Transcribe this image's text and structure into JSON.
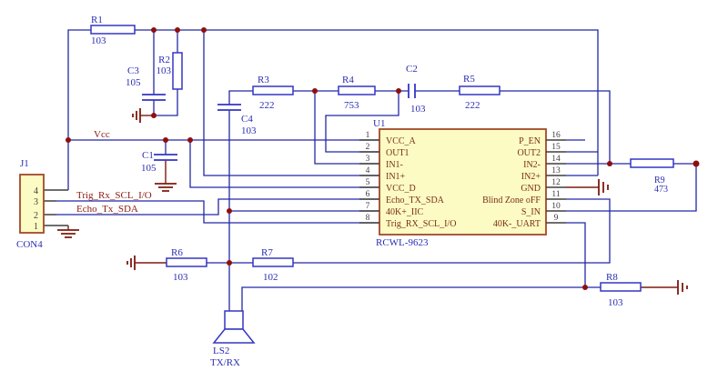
{
  "colors": {
    "background": "#ffffff",
    "wire": "#2328a6",
    "pin_stub": "#3f3f3f",
    "component_outline": "#3336c4",
    "component_fill": "#ffffff",
    "designator_text": "#2b2db2",
    "net_label_text": "#8c1d10",
    "ground_symbol": "#7e1a0e",
    "junction_dot": "#8e0f0f",
    "chip_fill": "#fbfbc3",
    "chip_border": "#a2492a",
    "pin_name_text": "#7c2f16",
    "pin_number_text": "#3d3d3d"
  },
  "components": {
    "resistors": [
      {
        "ref": "R1",
        "value": "103"
      },
      {
        "ref": "R2",
        "value": "103"
      },
      {
        "ref": "R3",
        "value": "222"
      },
      {
        "ref": "R4",
        "value": "753"
      },
      {
        "ref": "R5",
        "value": "222"
      },
      {
        "ref": "R6",
        "value": "103"
      },
      {
        "ref": "R7",
        "value": "102"
      },
      {
        "ref": "R8",
        "value": "103"
      },
      {
        "ref": "R9",
        "value": "473"
      }
    ],
    "capacitors": [
      {
        "ref": "C1",
        "value": "105"
      },
      {
        "ref": "C2",
        "value": "103"
      },
      {
        "ref": "C3",
        "value": "105"
      },
      {
        "ref": "C4",
        "value": "103"
      }
    ],
    "ic": {
      "ref": "U1",
      "part": "RCWL-9623",
      "left_pins": [
        {
          "num": "1",
          "name": "VCC_A"
        },
        {
          "num": "2",
          "name": "OUT1"
        },
        {
          "num": "3",
          "name": "IN1-"
        },
        {
          "num": "4",
          "name": "IN1+"
        },
        {
          "num": "5",
          "name": "VCC_D"
        },
        {
          "num": "6",
          "name": "Echo_TX_SDA"
        },
        {
          "num": "7",
          "name": "40K+_IIC"
        },
        {
          "num": "8",
          "name": "Trig_RX_SCL_I/O"
        }
      ],
      "right_pins": [
        {
          "num": "16",
          "name": "P_EN"
        },
        {
          "num": "15",
          "name": "OUT2"
        },
        {
          "num": "14",
          "name": "IN2-"
        },
        {
          "num": "13",
          "name": "IN2+"
        },
        {
          "num": "12",
          "name": "GND"
        },
        {
          "num": "11",
          "name": "Blind Zone oFF"
        },
        {
          "num": "10",
          "name": "S_IN"
        },
        {
          "num": "9",
          "name": "40K-_UART"
        }
      ]
    },
    "connector": {
      "ref": "J1",
      "footprint": "CON4",
      "pins": [
        "4",
        "3",
        "2",
        "1"
      ]
    },
    "speaker": {
      "ref": "LS2",
      "function": "TX/RX"
    }
  },
  "net_labels": {
    "vcc": "Vcc",
    "trig": "Trig_Rx_SCL_I/O",
    "echo": "Echo_Tx_SDA"
  }
}
